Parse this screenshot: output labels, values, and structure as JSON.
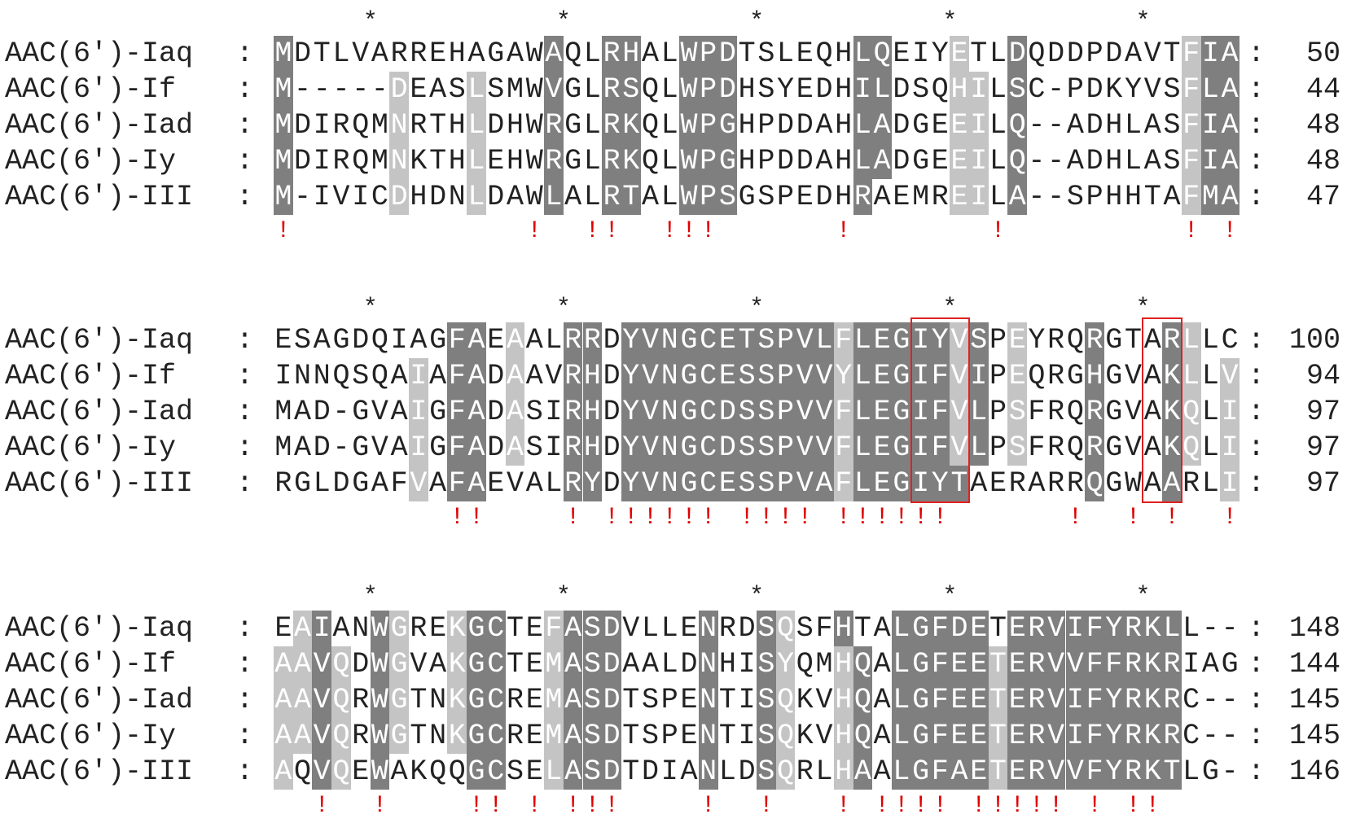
{
  "colors": {
    "identical": "#7f7f7f",
    "similar": "#c4c4c4",
    "marker": "#e00000",
    "box": "#e02020"
  },
  "legend_chars": {
    "star": "*",
    "bang": "!",
    "colon": ":"
  },
  "blocks": [
    {
      "rows": [
        {
          "name": "AAC(6')-Iaq",
          "seq": "MDTLVARREHAGAWAQLRHALWPDTSLEQHLQEIYETLDQDDPDAVTFIA",
          "end": "50"
        },
        {
          "name": "AAC(6')-If",
          "seq": "M-----DEASLSMWVGLRSQLWPDHSYEDHILDSQHILSC-PDKYVSFLA",
          "end": "44"
        },
        {
          "name": "AAC(6')-Iad",
          "seq": "MDIRQMNRTHLDHWRGLRKQLWPGHPDDAHLADGEEILQ--ADHLASFIA",
          "end": "48"
        },
        {
          "name": "AAC(6')-Iy",
          "seq": "MDIRQMNKTHLEHWRGLRKQLWPGHPDDAHLADGEEILQ--ADHLASFIA",
          "end": "48"
        },
        {
          "name": "AAC(6')-III",
          "seq": "M-IVICDHDNLDAWLALRTALWPSGSPEDHRAEMREILA--SPHHTAFMA",
          "end": "47"
        }
      ],
      "shade": [
        "20000000000000200220022200000022000100200000000122",
        "20000010001000200220022200000022000110200000000122",
        "20000010001000200220022200000022000110200000000122",
        "20000010001000200220022200000022000110200000000122",
        "20000010001000200220022200000020000110200000000122"
      ],
      "bangs": [
        0,
        13,
        16,
        17,
        20,
        21,
        22,
        29,
        37,
        47,
        49
      ],
      "boxes": []
    },
    {
      "rows": [
        {
          "name": "AAC(6')-Iaq",
          "seq": "ESAGDQIAGFAEAALRRDYVNGCETSPVLFLEGIYVSPEYRQRGTARLLC",
          "end": "100"
        },
        {
          "name": "AAC(6')-If",
          "seq": "INNQSQAIAFADAAVRHDYVNGCESSPVVYLEGIFVIPEQRGHGVAKLLV",
          "end": "94"
        },
        {
          "name": "AAC(6')-Iad",
          "seq": "MAD-GVAIGFADASIRHDYVNGCDSSPVVFLEGIFVLPSFRQRGVAKQLI",
          "end": "97"
        },
        {
          "name": "AAC(6')-Iy",
          "seq": "MAD-GVAIGFADASIRHDYVNGCDSSPVVFLEGIFVLPSFRQRGVAKQLI",
          "end": "97"
        },
        {
          "name": "AAC(6')-III",
          "seq": "RGLDGAFVAFAEVALRYDYVNGCESSPVAFLEGIYTAERARRQGWAARLI",
          "end": "97"
        }
      ],
      "shade": [
        "00000000022010022022222222222122222120100020002100",
        "00000001022010022022222222222122222120100020002101",
        "00000001022010022022222222222122222120100020002101",
        "00000001022010022022222222222122222120100020002101",
        "00000001022000022022222222222122222200000020002001"
      ],
      "bangs": [
        9,
        10,
        15,
        17,
        18,
        19,
        20,
        21,
        22,
        24,
        25,
        26,
        27,
        29,
        30,
        31,
        32,
        33,
        34,
        41,
        44,
        46,
        49
      ],
      "boxes": [
        {
          "start": 33,
          "len": 3
        },
        {
          "start": 45,
          "len": 2
        }
      ]
    },
    {
      "rows": [
        {
          "name": "AAC(6')-Iaq",
          "seq": "EAIANWGREKGCTEFASDVLLENRDSQSFHTALGFDETERVIFYRKLL--",
          "end": "148"
        },
        {
          "name": "AAC(6')-If",
          "seq": "AAVQDWGVAKGCTEMASDAALDNHISYQMHQALGFEETERVVFFRKRIAG",
          "end": "144"
        },
        {
          "name": "AAC(6')-Iad",
          "seq": "AAVQRWGTNKGCREMASDTSPENTISQKVHQALGFEETERVIFYRKRC--",
          "end": "145"
        },
        {
          "name": "AAC(6')-Iy",
          "seq": "AAVQRWGTNKGCREMASDTSPENTISQKVHQALGFEETERVIFYRKRC--",
          "end": "145"
        },
        {
          "name": "AAC(6')-III",
          "seq": "AQVQEWAKQQGCSELASDTDIANLDSQRLHAALGFAETERVVFYRKTLG-",
          "end": "146"
        }
      ],
      "shade": [
        "01200210012200122200002002100200222220222222222000",
        "11210210012200122200002002100120222221222222222000",
        "11210210012200122200002002100120222221222222222000",
        "11210210012200122200002002100120222221222222222000",
        "10210200002200122200002002100120222221222222222000"
      ],
      "bangs": [
        2,
        5,
        10,
        11,
        13,
        15,
        16,
        17,
        22,
        25,
        29,
        31,
        32,
        33,
        34,
        36,
        37,
        38,
        39,
        40,
        42,
        44,
        45
      ],
      "boxes": []
    }
  ]
}
